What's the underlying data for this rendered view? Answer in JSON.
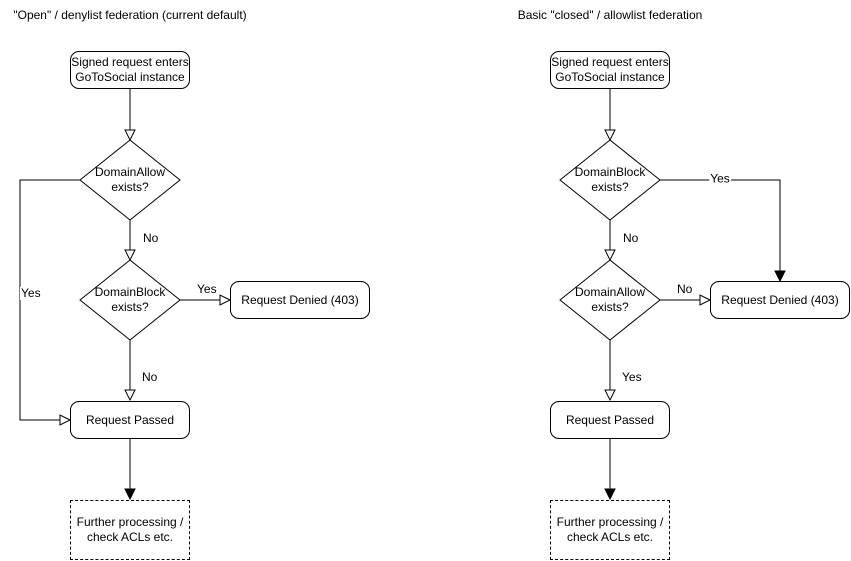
{
  "charts": [
    {
      "title": "\"Open\" / denylist federation (current default)",
      "start": "Signed request enters\nGoToSocial instance",
      "decision1": "DomainAllow\nexists?",
      "decision2": "DomainBlock\nexists?",
      "denied": "Request Denied (403)",
      "passed": "Request Passed",
      "further": "Further processing /\ncheck ACLs etc.",
      "labels": {
        "d1_branch": "Yes",
        "d1_down": "No",
        "d2_branch": "Yes",
        "d2_down": "No"
      }
    },
    {
      "title": "Basic \"closed\" / allowlist federation",
      "start": "Signed request enters\nGoToSocial instance",
      "decision1": "DomainBlock\nexists?",
      "decision2": "DomainAllow\nexists?",
      "denied": "Request Denied (403)",
      "passed": "Request Passed",
      "further": "Further processing /\ncheck ACLs etc.",
      "labels": {
        "d1_branch": "Yes",
        "d1_down": "No",
        "d2_branch": "No",
        "d2_down": "Yes"
      }
    }
  ],
  "colors": {
    "line": "#000000",
    "background": "#ffffff",
    "text": "#000000"
  }
}
